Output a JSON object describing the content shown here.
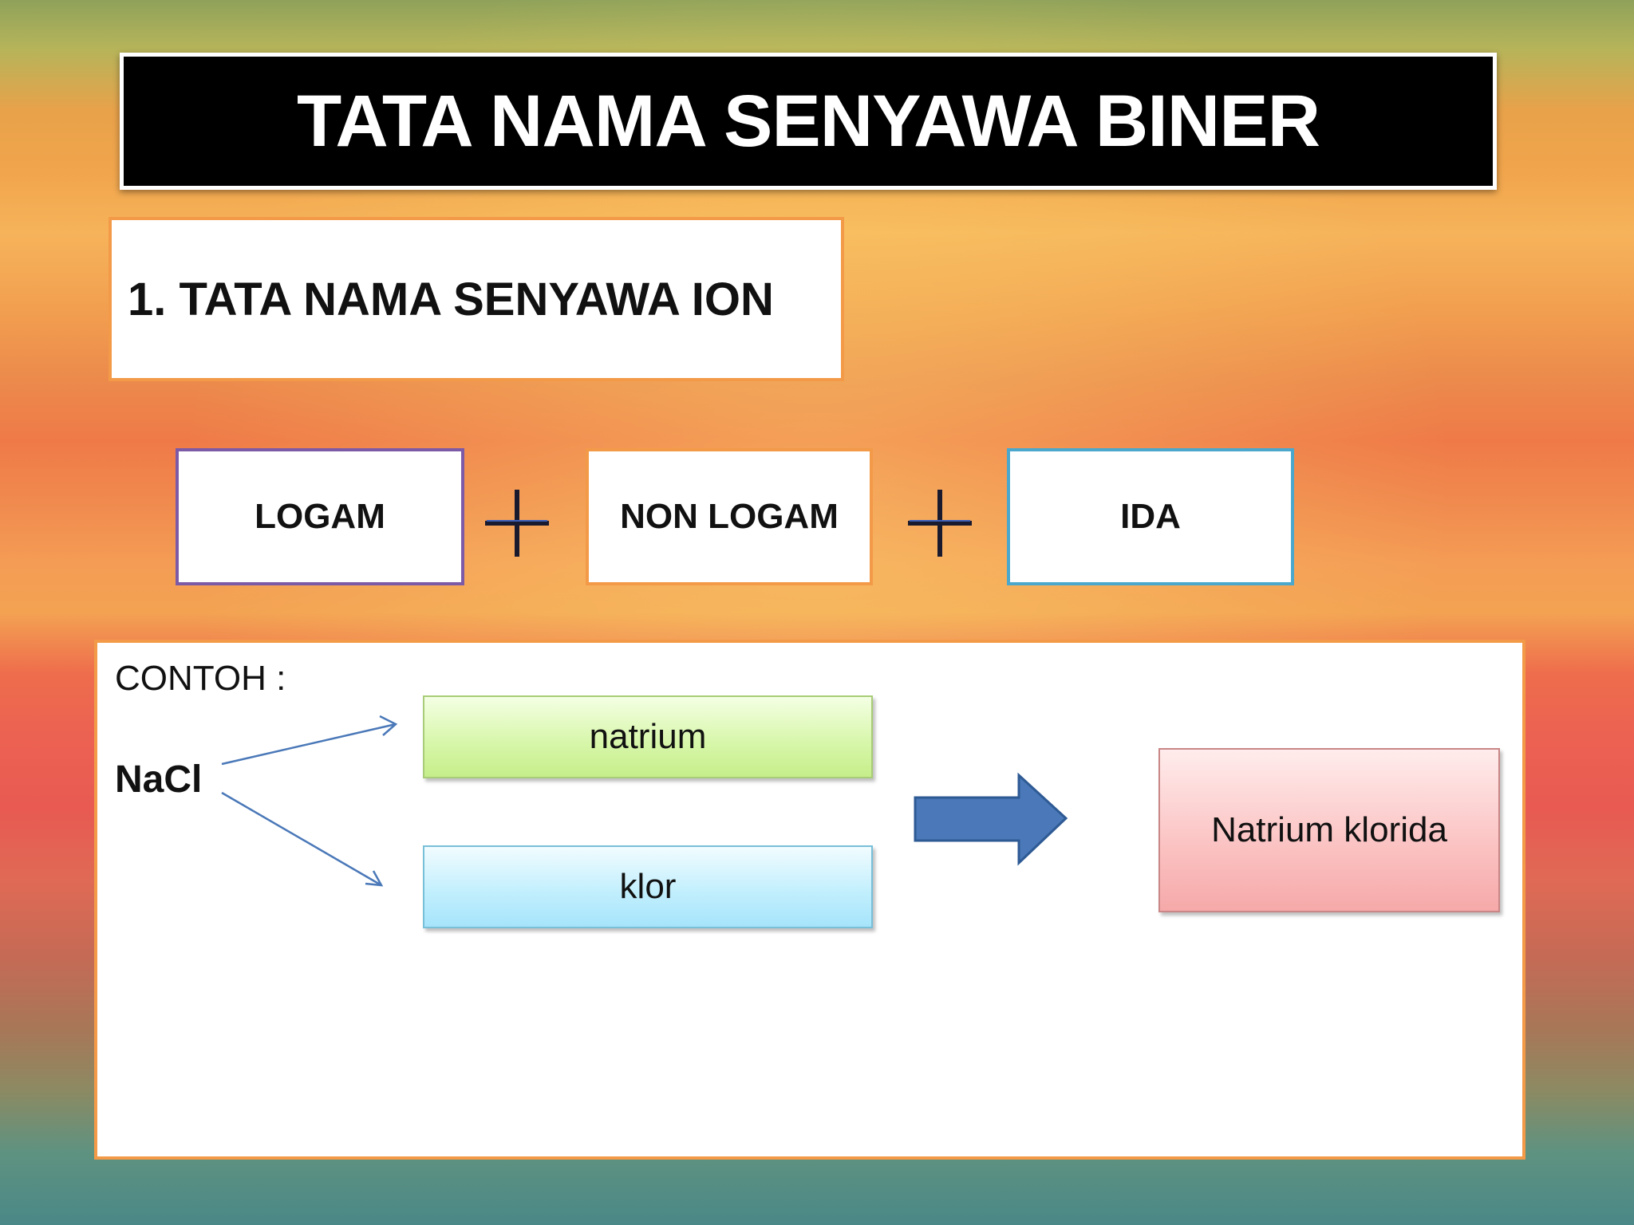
{
  "title": "TATA NAMA SENYAWA BINER",
  "subtitle": "1. TATA NAMA SENYAWA ION",
  "formula": {
    "term1": "LOGAM",
    "term2": "NON LOGAM",
    "term3": "IDA",
    "operator_icon": "plus-icon"
  },
  "example": {
    "label": "CONTOH :",
    "compound": "NaCl",
    "part1": "natrium",
    "part2": "klor",
    "result": "Natrium klorida",
    "arrow_icon": "block-arrow-right-icon"
  },
  "colors": {
    "title_bg": "#000000",
    "accent_orange": "#f39a48",
    "logam_border": "#7d5aa6",
    "ida_border": "#4ba8cc",
    "arrow_fill": "#4a78b8"
  }
}
